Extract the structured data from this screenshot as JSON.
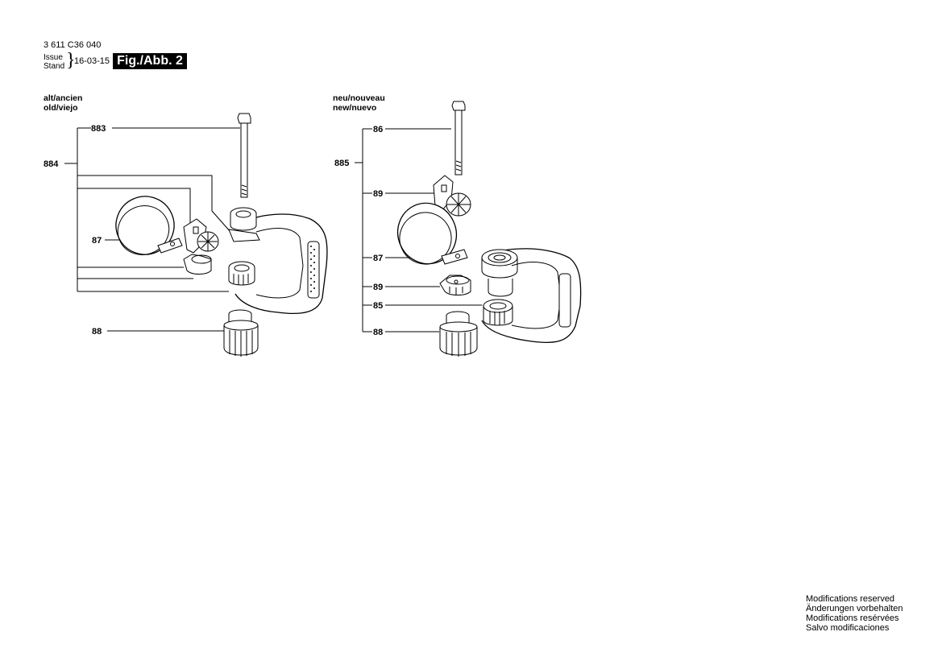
{
  "header": {
    "doc_number": "3 611 C36 040",
    "issue_label": "Issue",
    "stand_label": "Stand",
    "date": "16-03-15",
    "fig_label": "Fig./Abb. 2"
  },
  "old_section": {
    "heading_line1": "alt/ancien",
    "heading_line2": "old/viejo",
    "callouts": {
      "c883": "883",
      "c884": "884",
      "c87": "87",
      "c88": "88"
    }
  },
  "new_section": {
    "heading_line1": "neu/nouveau",
    "heading_line2": "new/nuevo",
    "callouts": {
      "c86": "86",
      "c885": "885",
      "c89a": "89",
      "c87": "87",
      "c89b": "89",
      "c85": "85",
      "c88": "88"
    }
  },
  "footer": {
    "line1": "Modifications reserved",
    "line2": "Änderungen vorbehalten",
    "line3": "Modifications resérvées",
    "line4": "Salvo modificaciones"
  }
}
